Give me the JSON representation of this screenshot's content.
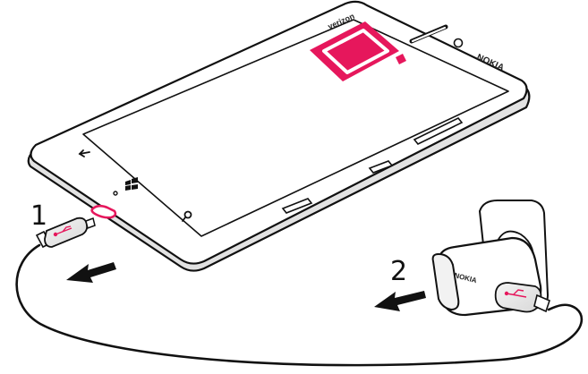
{
  "steps": {
    "step1": "1",
    "step2": "2"
  },
  "phone": {
    "brand": "NOKIA",
    "carrier": "verizon",
    "battery_state": "empty"
  },
  "charger": {
    "brand": "NOKIA"
  },
  "colors": {
    "accent": "#e6175c",
    "outline": "#111111",
    "body": "#ffffff",
    "shadow": "#e2e2e2"
  },
  "icons": {
    "battery": "battery-empty-icon",
    "back": "back-icon",
    "start": "windows-start-icon",
    "search": "search-icon",
    "usb": "usb-icon",
    "arrow": "arrow-icon"
  }
}
